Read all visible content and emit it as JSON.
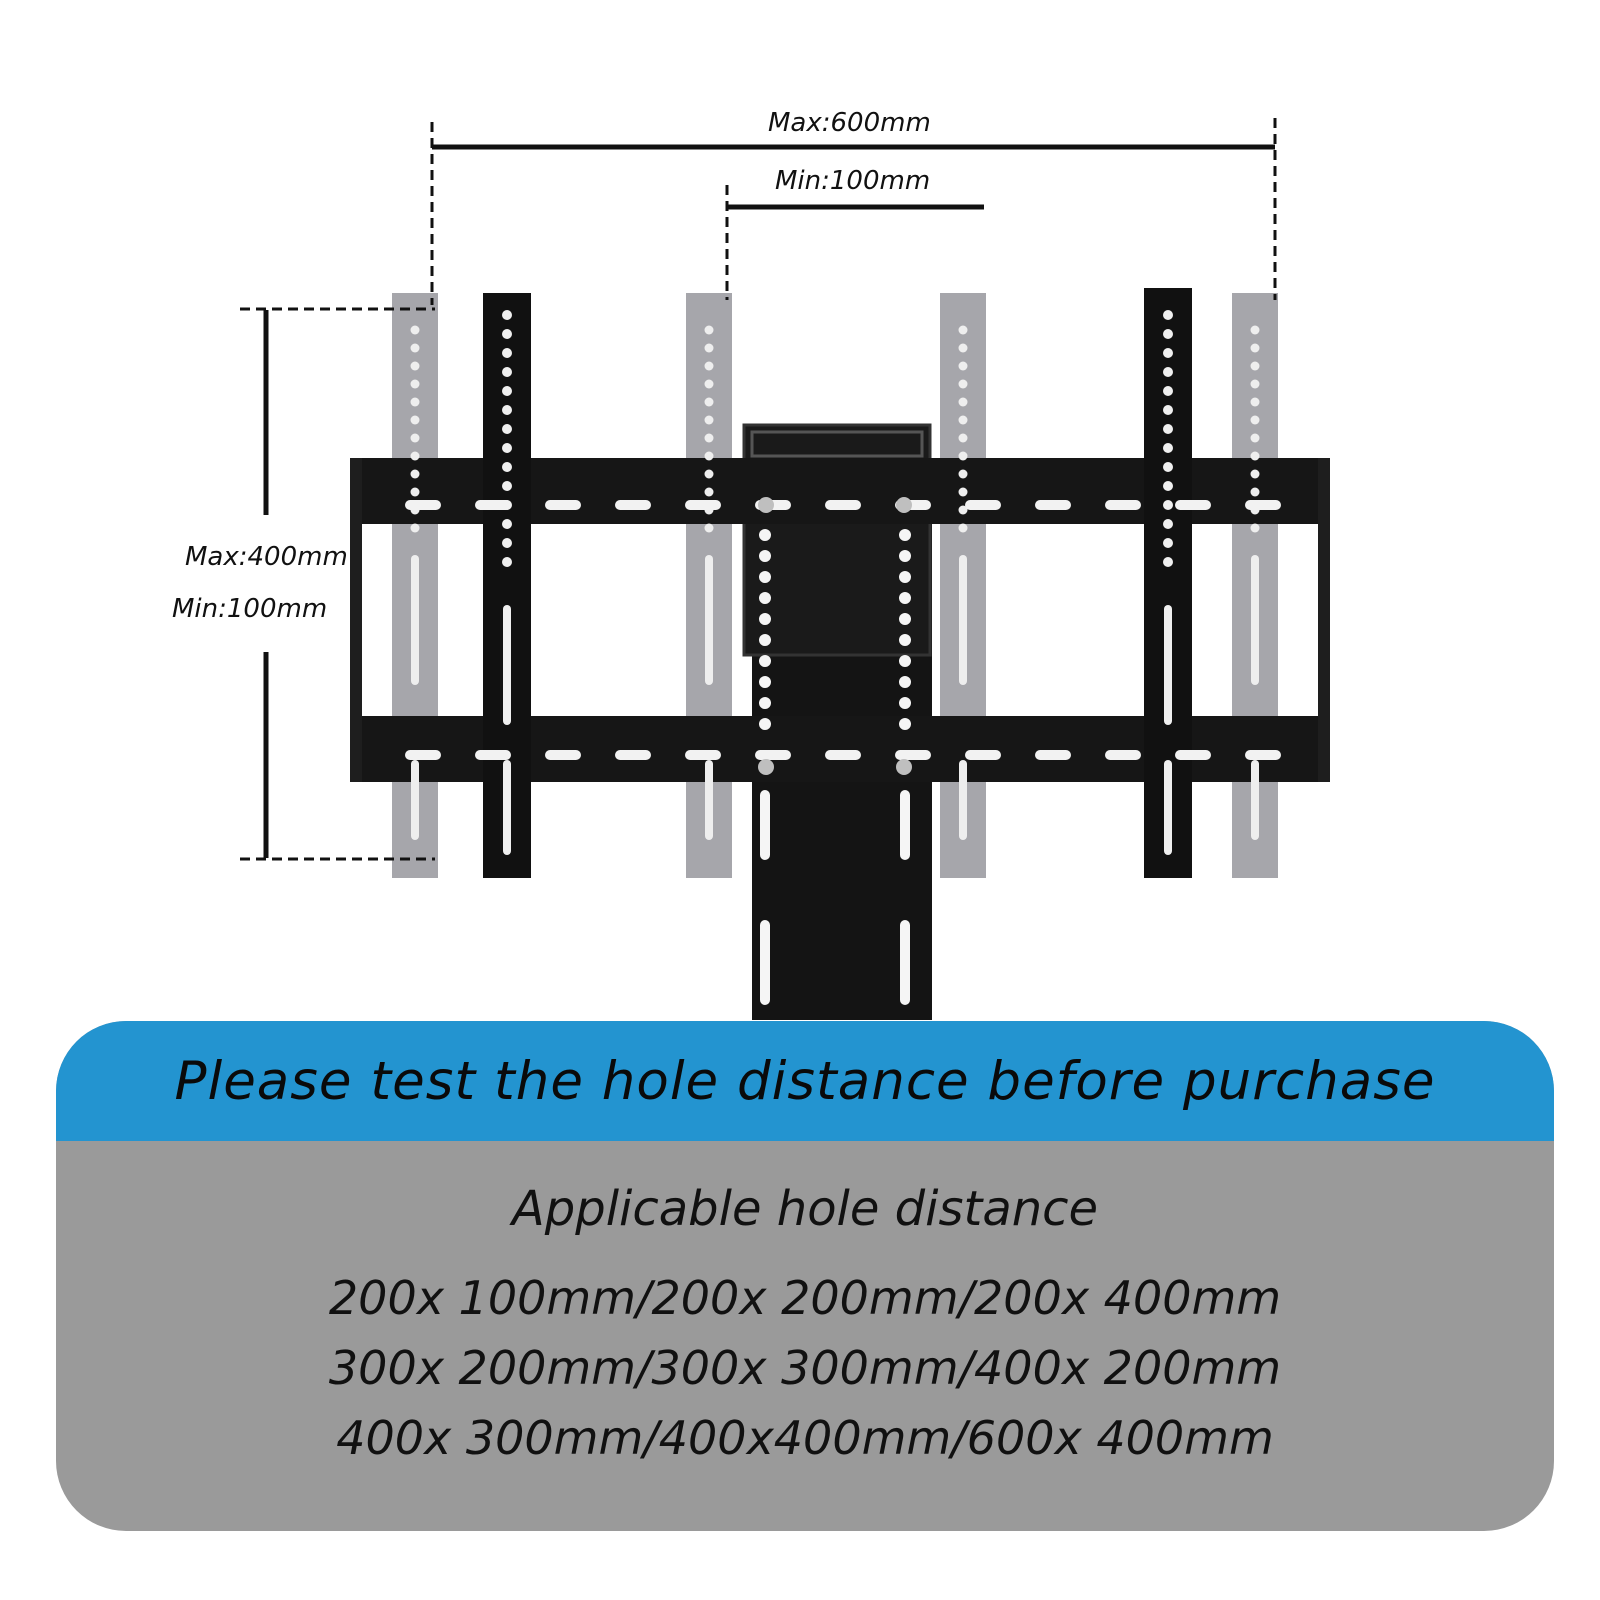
{
  "dimensions": {
    "horizontal_max": "Max:600mm",
    "horizontal_min": "Min:100mm",
    "vertical_max": "Max:400mm",
    "vertical_min": "Min:100mm"
  },
  "banner": {
    "text": "Please test the hole distance before purchase",
    "color": "#2394d0"
  },
  "info": {
    "title": "Applicable hole distance",
    "sizes": [
      "200x 100mm/200x 200mm/200x 400mm",
      "300x 200mm/300x 300mm/400x 200mm",
      "400x 300mm/400x400mm/600x 400mm"
    ],
    "panel_color": "#9a9a9a"
  },
  "product": {
    "name_icon": "tv-mount-bracket-icon",
    "bracket_color": "#111111",
    "arm_color": "#a6a6ab"
  }
}
